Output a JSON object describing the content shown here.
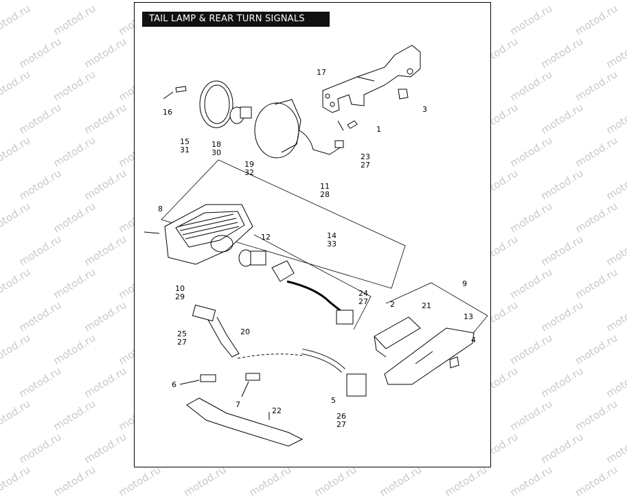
{
  "title": "TAIL LAMP & REAR TURN SIGNALS",
  "watermark": "motod.ru",
  "callouts": {
    "c1": "1",
    "c2": "2",
    "c3": "3",
    "c4": "4",
    "c5": "5",
    "c6": "6",
    "c7": "7",
    "c8": "8",
    "c9": "9",
    "c10": "10",
    "c11": "11",
    "c12": "12",
    "c13": "13",
    "c14": "14",
    "c15": "15",
    "c16": "16",
    "c17": "17",
    "c18": "18",
    "c19": "19",
    "c20": "20",
    "c21": "21",
    "c22": "22",
    "c23": "23",
    "c24": "24",
    "c25": "25",
    "c26": "26",
    "c27a": "27",
    "c27b": "27",
    "c27c": "27",
    "c27d": "27",
    "c28": "28",
    "c29": "29",
    "c30": "30",
    "c31": "31",
    "c32": "32",
    "c33": "33"
  }
}
